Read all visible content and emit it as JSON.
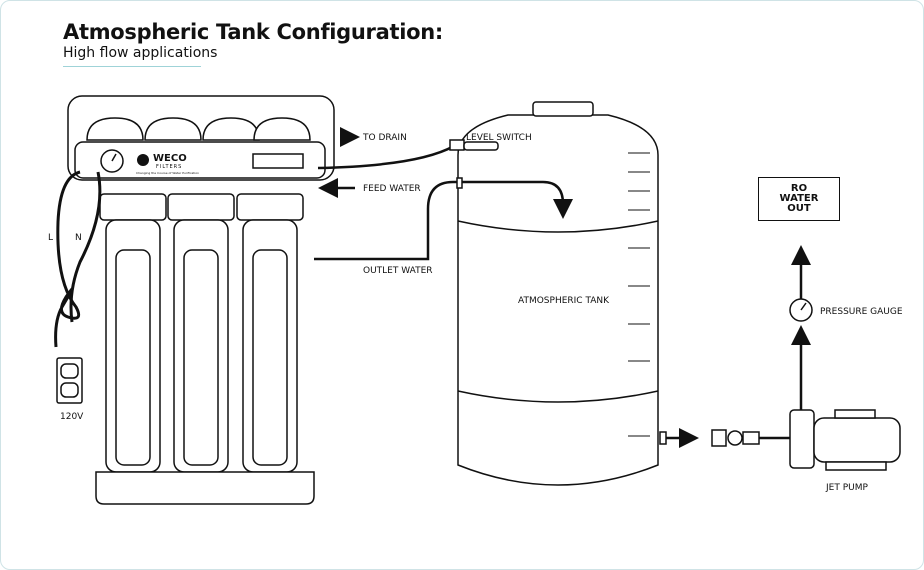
{
  "title": "Atmospheric Tank Configuration:",
  "subtitle": "High flow applications",
  "brand": {
    "name": "WECO",
    "sub": "FILTERS",
    "tagline": "Changing the Course of Water Purification"
  },
  "labels": {
    "to_drain": "TO DRAIN",
    "level_switch": "LEVEL SWITCH",
    "feed_water": "FEED WATER",
    "outlet_water": "OUTLET WATER",
    "atmospheric_tank": "ATMOSPHERIC TANK",
    "ro_water_out": "RO WATER OUT",
    "pressure_gauge": "PRESSURE GAUGE",
    "jet_pump": "JET PUMP",
    "voltage": "120V",
    "line": "L",
    "neutral": "N"
  },
  "colors": {
    "line": "#111111",
    "frame": "#cfe3e6",
    "accent": "#9fd3d8"
  }
}
